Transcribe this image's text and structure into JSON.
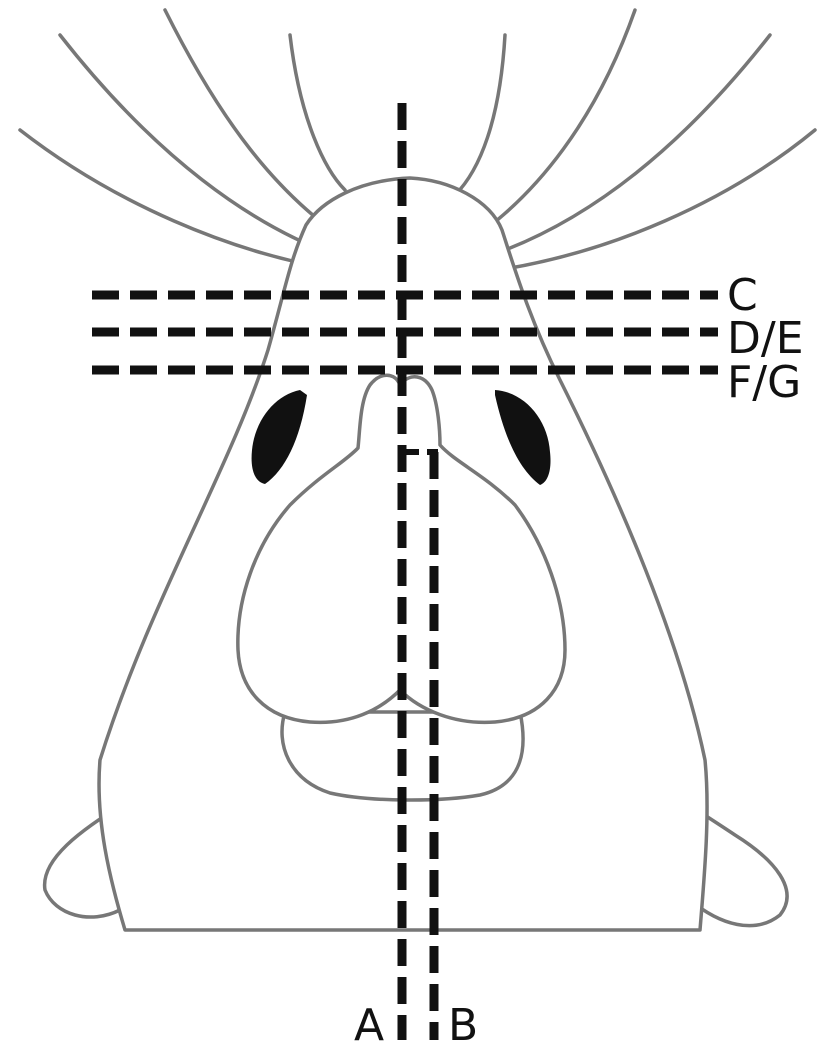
{
  "labels": {
    "plane_c": "C",
    "plane_de": "D/E",
    "plane_fg": "F/G",
    "plane_a": "A",
    "plane_b": "B"
  },
  "colors": {
    "outline": "#777777",
    "cut_lines": "#111111",
    "background": "#ffffff"
  }
}
